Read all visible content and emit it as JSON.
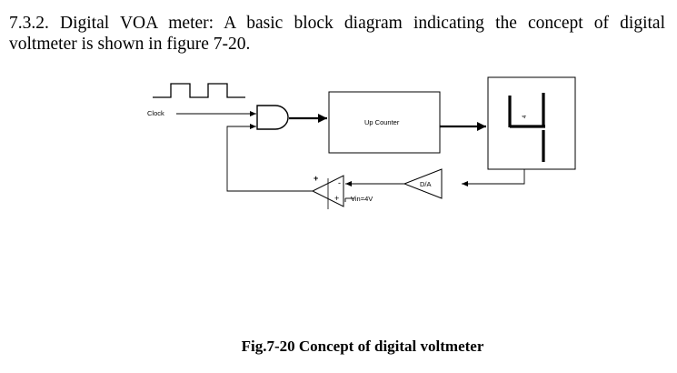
{
  "paragraph": {
    "line1": "7.3.2. Digital VOA meter: A basic block diagram indicating the concept of digital",
    "line2": "voltmeter is shown in figure 7-20."
  },
  "diagram": {
    "clock_label": "Clock",
    "counter_label": "Up Counter",
    "dac_label": "D/A",
    "vin_label": "Vin=4V",
    "comparator_plus": "+",
    "comparator_minus": "-",
    "comparator_plus_input": "+",
    "display_digit": "4"
  },
  "caption": "Fig.7-20 Concept of digital voltmeter"
}
